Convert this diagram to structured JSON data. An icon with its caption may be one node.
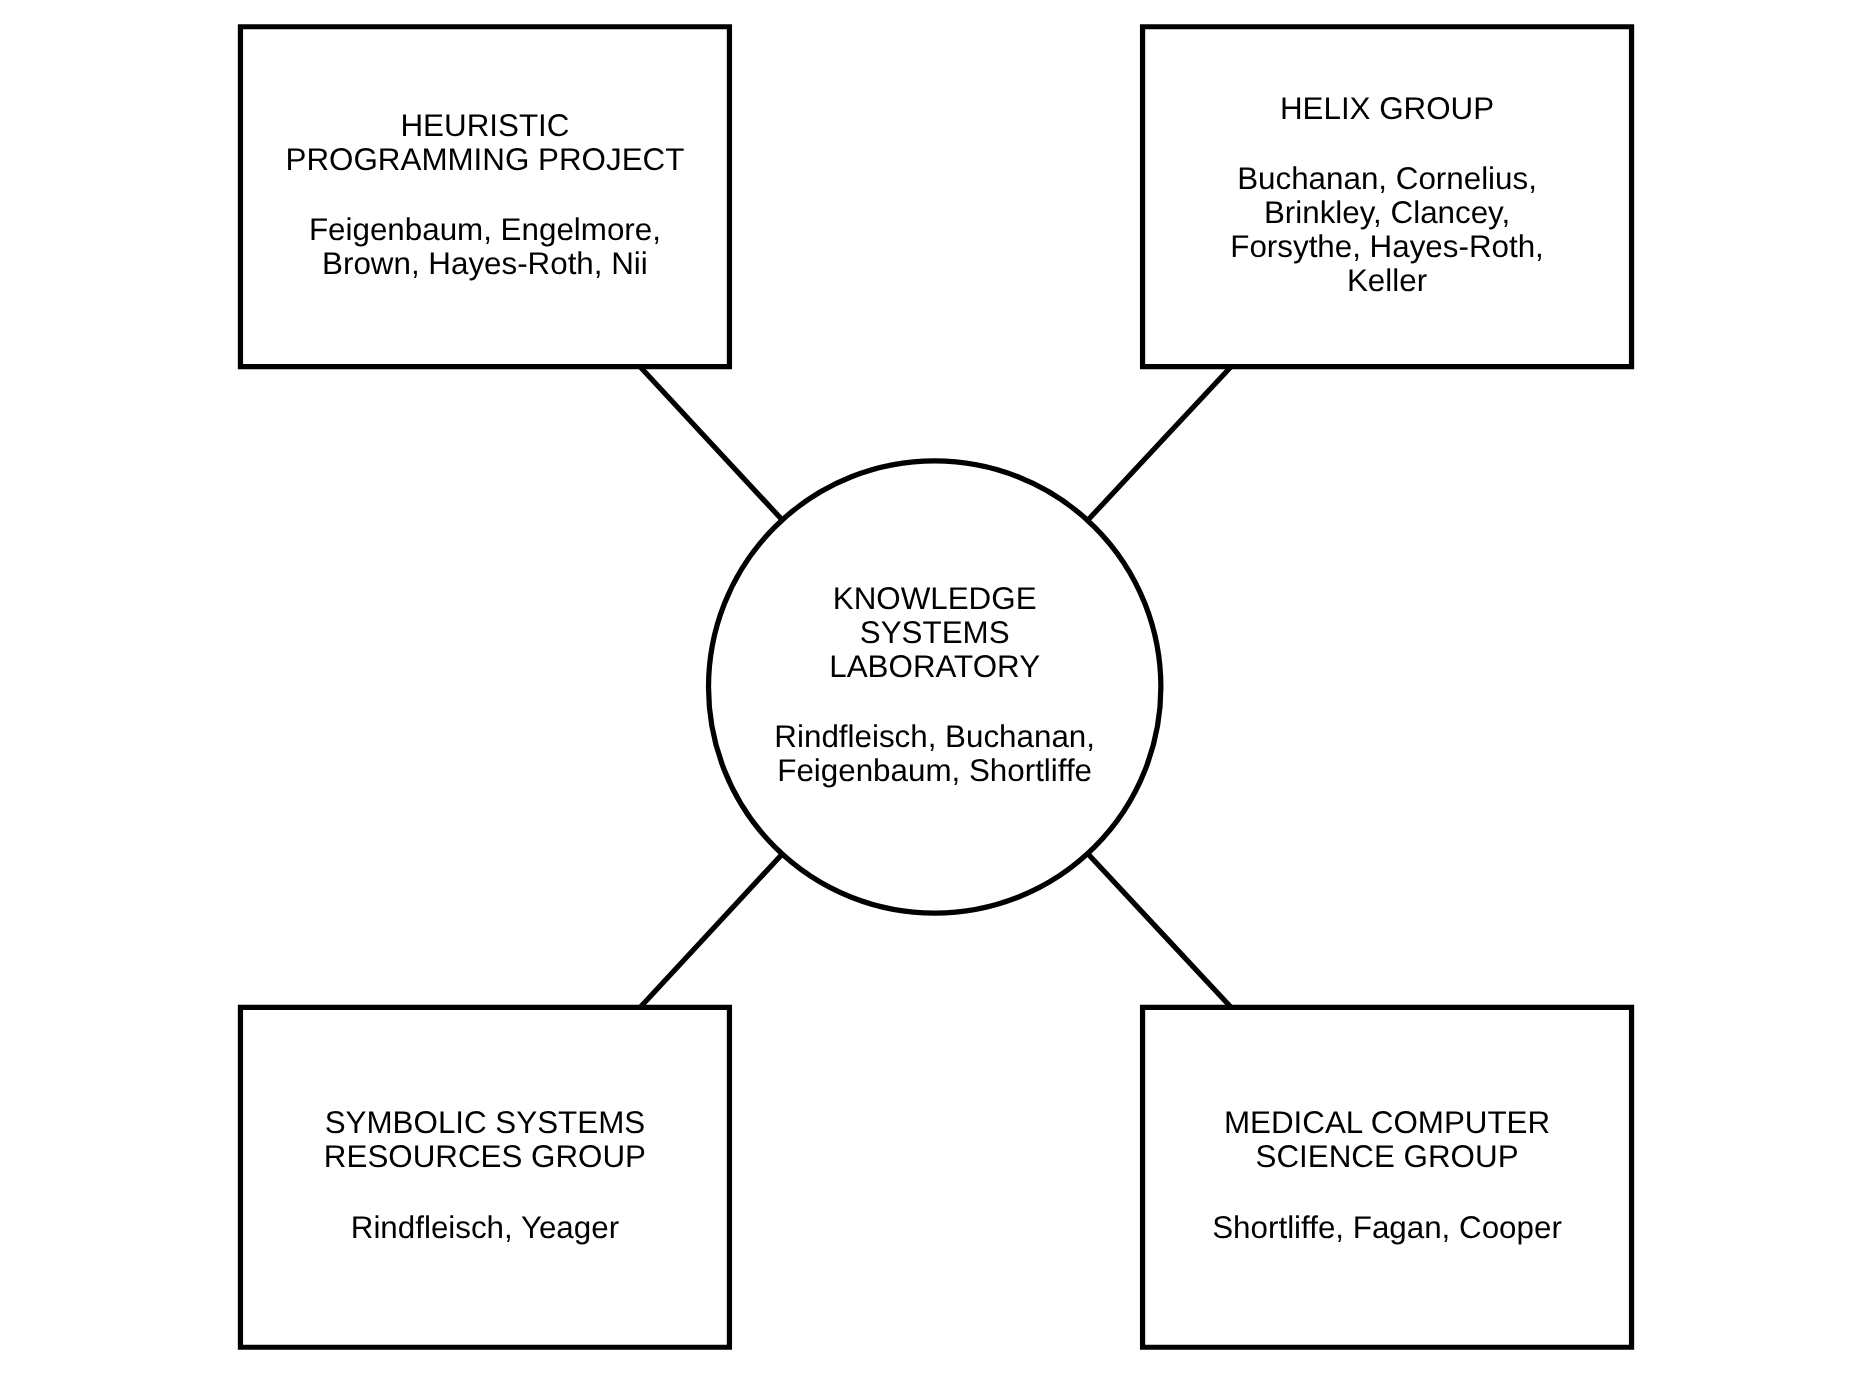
{
  "diagram": {
    "nodes": [
      {
        "text": [
          "HEURISTIC PROGRAMMING PROJECT",
          "Feigenbaum, Engelmore, Brown, Hayes-Roth, Nii"
        ]
      },
      {
        "text": [
          "HELIX GROUP",
          "Buchanan, Cornelius, Brinkley, Clancey, Forsythe, Hayes-Roth, Keller"
        ]
      },
      {
        "text": [
          "KNOWLEDGE SYSTEMS LABORATORY",
          "Rindfleisch, Buchanan, Feigenbaum, Shortliffe"
        ]
      },
      {
        "text": [
          "SYMBOLIC SYSTEMS RESOURCES GROUP",
          "Rindfleisch, Yeager"
        ]
      },
      {
        "text": [
          "MEDICAL COMPUTER SCIENCE GROUP",
          "Shortliffe, Fagan, Cooper"
        ]
      }
    ],
    "edges": [
      {
        "from": 0,
        "to": 2,
        "arrow": "none"
      },
      {
        "from": 1,
        "to": 2,
        "arrow": "none"
      },
      {
        "from": 2,
        "to": 3,
        "arrow": "none"
      },
      {
        "from": 2,
        "to": 4,
        "arrow": "none"
      }
    ]
  }
}
